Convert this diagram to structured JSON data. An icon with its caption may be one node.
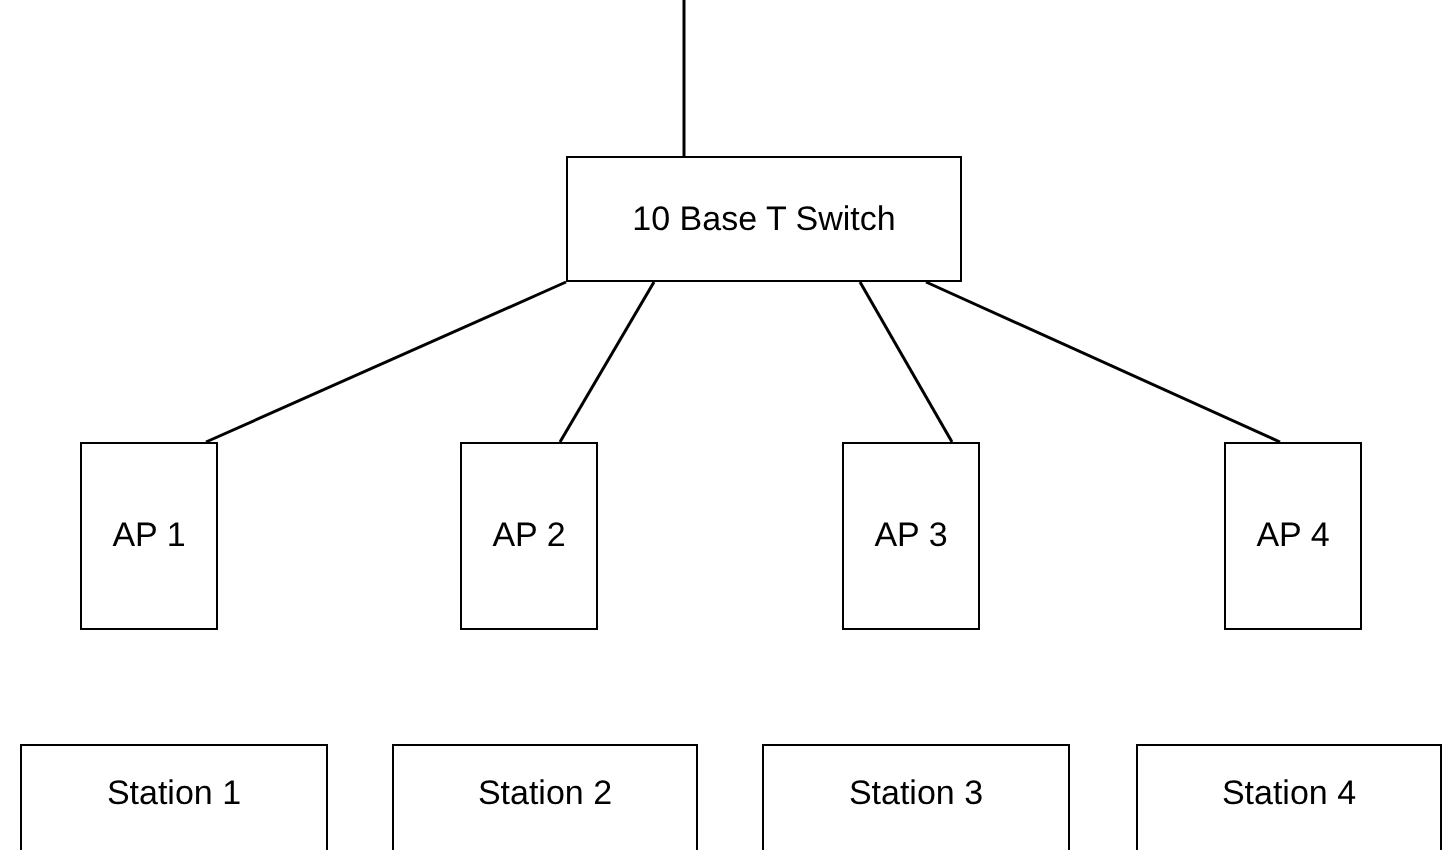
{
  "diagram": {
    "nodes": [
      {
        "text": [
          "10 Base T Switch"
        ]
      },
      {
        "text": [
          "AP 1"
        ]
      },
      {
        "text": [
          "AP 2"
        ]
      },
      {
        "text": [
          "AP 3"
        ]
      },
      {
        "text": [
          "AP 4"
        ]
      },
      {
        "text": [
          "Station 1"
        ]
      },
      {
        "text": [
          "Station 2"
        ]
      },
      {
        "text": [
          "Station 3"
        ]
      },
      {
        "text": [
          "Station 4"
        ]
      }
    ],
    "edges": [
      {
        "from": null,
        "to": 0,
        "arrow": "none"
      },
      {
        "from": 0,
        "to": 1,
        "arrow": "none"
      },
      {
        "from": 0,
        "to": 2,
        "arrow": "none"
      },
      {
        "from": 0,
        "to": 3,
        "arrow": "none"
      },
      {
        "from": 0,
        "to": 4,
        "arrow": "none"
      }
    ]
  }
}
